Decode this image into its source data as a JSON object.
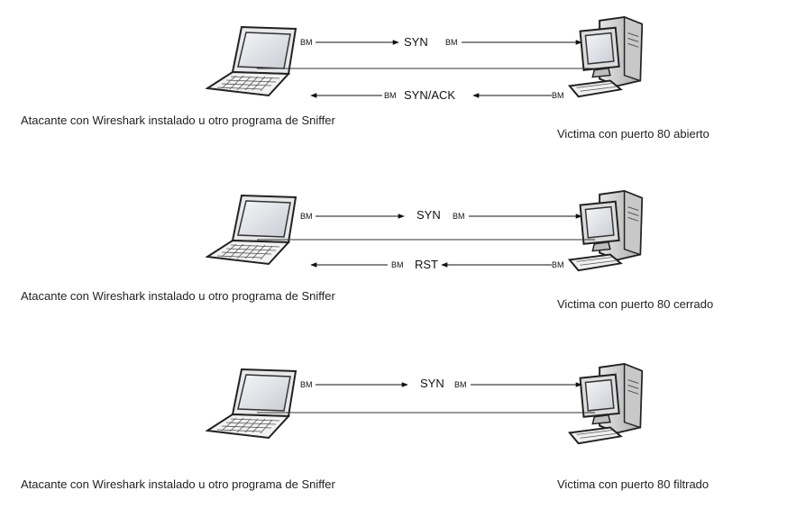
{
  "scenarios": [
    {
      "attacker_label": "Atacante con Wireshark instalado u otro programa de Sniffer",
      "victim_label": "Victima con puerto 80 abierto",
      "request": {
        "marker_left": "BM",
        "label": "SYN",
        "marker_right": "BM"
      },
      "reply": {
        "marker_left": "BM",
        "label": "SYN/ACK",
        "marker_right": "BM"
      }
    },
    {
      "attacker_label": "Atacante con Wireshark instalado u otro programa de Sniffer",
      "victim_label": "Victima con puerto 80 cerrado",
      "request": {
        "marker_left": "BM",
        "label": "SYN",
        "marker_right": "BM"
      },
      "reply": {
        "marker_left": "BM",
        "label": "RST",
        "marker_right": "BM"
      }
    },
    {
      "attacker_label": "Atacante con Wireshark instalado u otro programa de Sniffer",
      "victim_label": "Victima con puerto 80 filtrado",
      "request": {
        "marker_left": "BM",
        "label": "SYN",
        "marker_right": "BM"
      },
      "reply": null
    }
  ]
}
